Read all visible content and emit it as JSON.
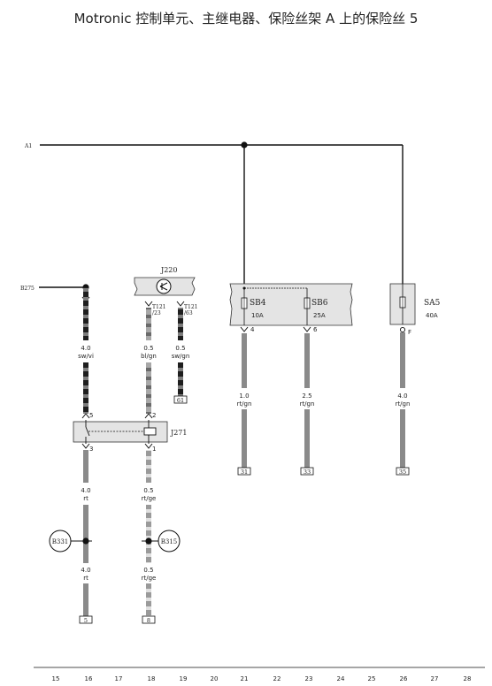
{
  "title": "Motronic 控制单元、主继电器、保险丝架 A 上的保险丝 5",
  "bus_labels": {
    "a1": "A1",
    "b275": "B275"
  },
  "components": {
    "j220": {
      "name": "J220",
      "pin23": "T121\n/23",
      "pin63": "T121\n/63"
    },
    "sb4": {
      "name": "SB4",
      "rating": "10A",
      "pin": "4"
    },
    "sb6": {
      "name": "SB6",
      "rating": "25A",
      "pin": "6"
    },
    "sa5": {
      "name": "SA5",
      "rating": "40A",
      "pin": "F"
    },
    "j271": {
      "name": "J271",
      "pin5": "5",
      "pin2": "2",
      "pin3": "3",
      "pin1": "1"
    },
    "b331": {
      "name": "B331"
    },
    "b315": {
      "name": "B315"
    }
  },
  "wires": {
    "w_b275": {
      "size": "4.0",
      "color": "sw/vi"
    },
    "w_j220_23": {
      "size": "0.5",
      "color": "bl/gn"
    },
    "w_j220_63": {
      "size": "0.5",
      "color": "sw/gn"
    },
    "w_sb4": {
      "size": "1.0",
      "color": "rt/gn"
    },
    "w_sb6": {
      "size": "2.5",
      "color": "rt/gn"
    },
    "w_sa5": {
      "size": "4.0",
      "color": "rt/gn"
    },
    "w_j271_3a": {
      "size": "4.0",
      "color": "rt"
    },
    "w_j271_3b": {
      "size": "4.0",
      "color": "rt"
    },
    "w_j271_1a": {
      "size": "0.5",
      "color": "rt/ge"
    },
    "w_j271_1b": {
      "size": "0.5",
      "color": "rt/ge"
    }
  },
  "refs": {
    "r61": "61",
    "r31": "31",
    "r33": "33",
    "r35": "35",
    "r5": "5",
    "r8": "8"
  },
  "ruler": [
    "15",
    "16",
    "17",
    "18",
    "19",
    "20",
    "21",
    "22",
    "23",
    "24",
    "25",
    "26",
    "27",
    "28"
  ]
}
